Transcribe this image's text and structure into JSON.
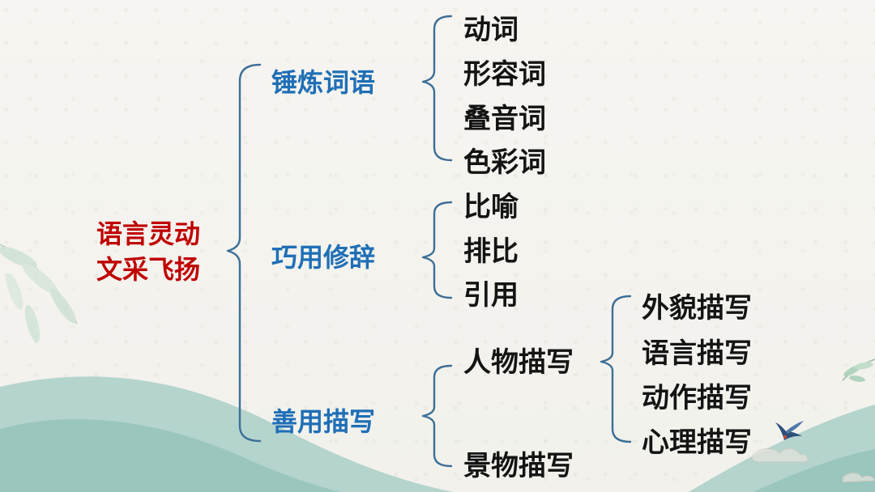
{
  "root": {
    "line1": "语言灵动",
    "line2": "文采飞扬"
  },
  "branches": [
    {
      "label": "锤炼词语",
      "items": [
        "动词",
        "形容词",
        "叠音词",
        "色彩词"
      ]
    },
    {
      "label": "巧用修辞",
      "items": [
        "比喻",
        "排比",
        "引用"
      ]
    },
    {
      "label": "善用描写",
      "items": [
        {
          "label": "人物描写",
          "items": [
            "外貌描写",
            "语言描写",
            "动作描写",
            "心理描写"
          ]
        },
        {
          "label": "景物描写"
        }
      ]
    }
  ],
  "colors": {
    "root_text": "#c00000",
    "branch_text": "#1f6fb6",
    "leaf_text": "#141414",
    "bracket": "#3d6f96",
    "background": "#f4f3ef",
    "hill": "#a9cfc8"
  },
  "decorations": [
    "leaf-sprig-left",
    "leaf-sprig-right",
    "swallow-bird",
    "cloud-swirl",
    "green-hills"
  ]
}
